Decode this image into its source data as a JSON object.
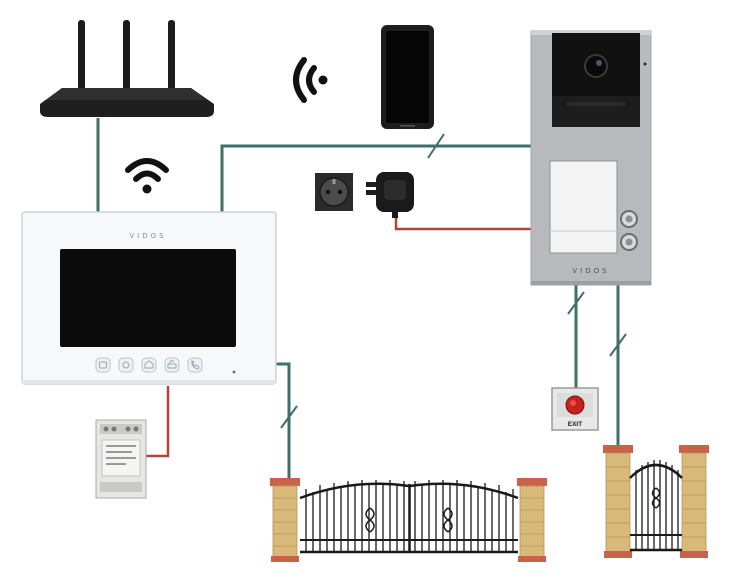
{
  "monitor": {
    "brand": "VIDOS"
  },
  "door_station": {
    "brand": "VIDOS"
  },
  "exit_button": {
    "label": "EXIT"
  },
  "colors": {
    "cable": "#3f6f68",
    "power_cable": "#b0433a",
    "panel": "#b7b9bc",
    "monitor_body": "#f7f8f9",
    "brick": "#d9b97a",
    "brick_cap": "#c8624a"
  },
  "icons": [
    "router-icon",
    "wifi-icon",
    "smartphone-icon",
    "power-socket-icon",
    "power-adapter-icon",
    "din-power-supply-icon",
    "exit-button-icon",
    "driveway-gate-icon",
    "wicket-gate-icon"
  ]
}
